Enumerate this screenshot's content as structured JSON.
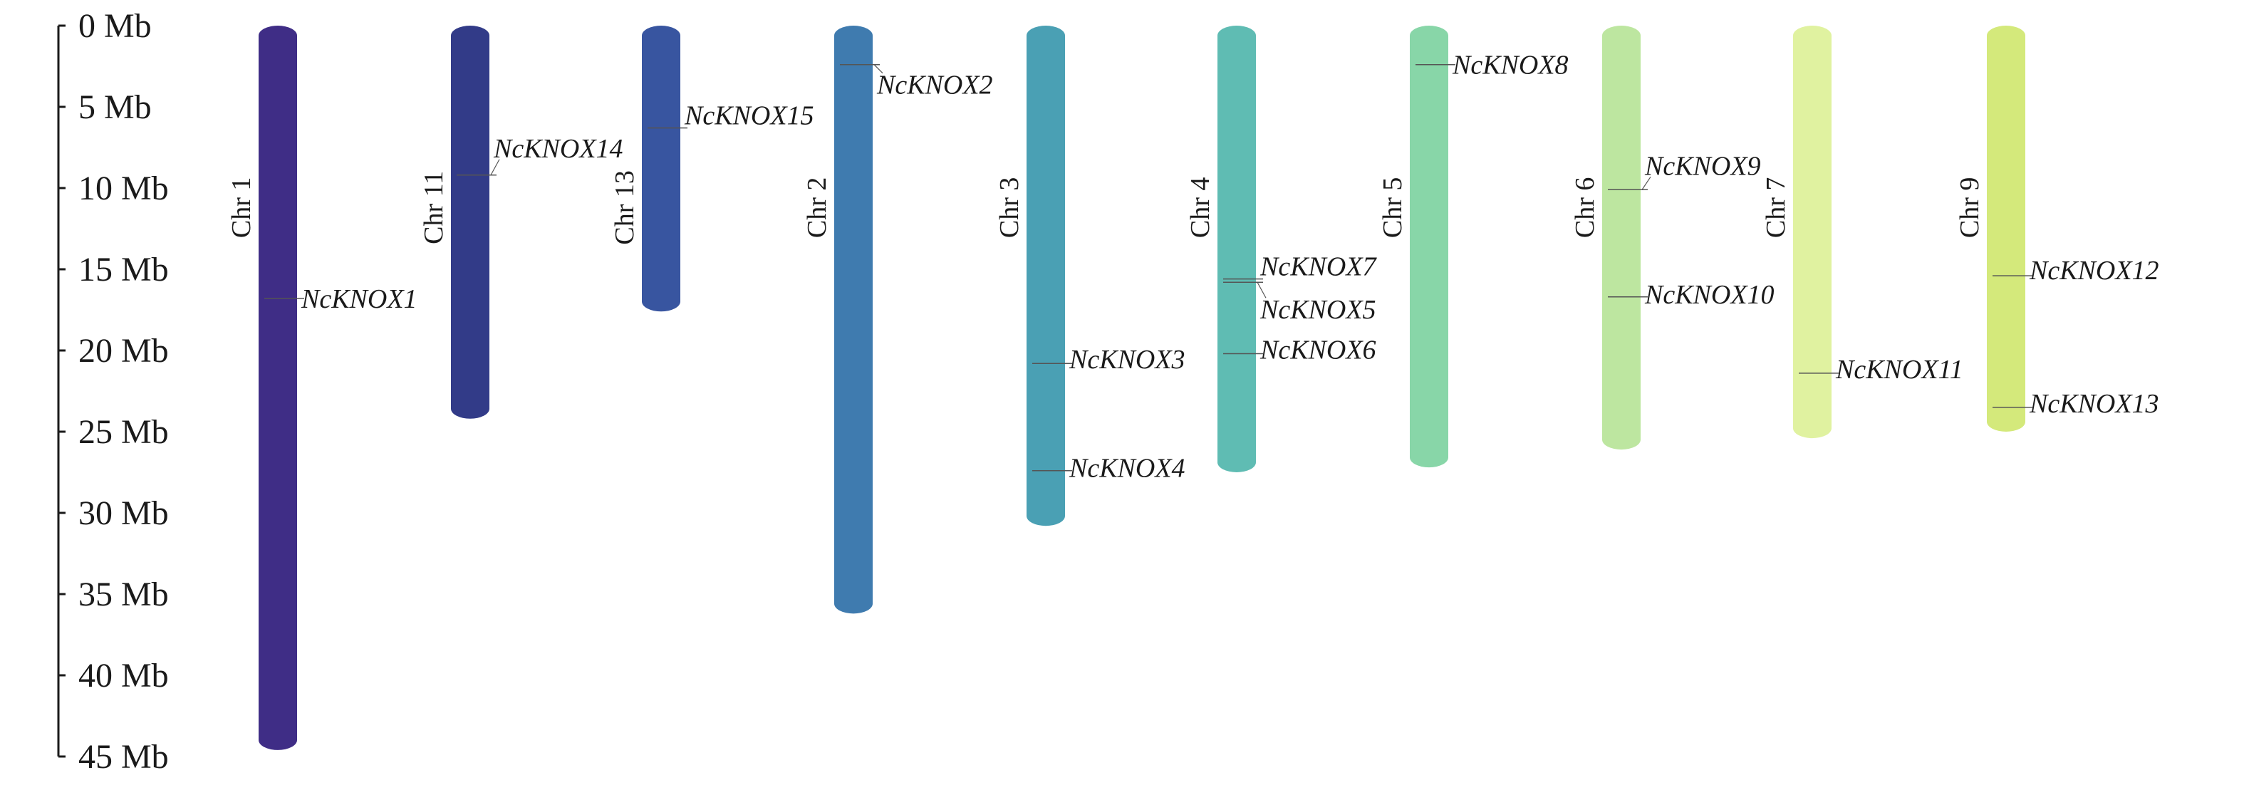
{
  "chart_data": {
    "type": "chromosome-map",
    "title": "",
    "axis": {
      "unit": "Mb",
      "ylim": [
        0,
        45
      ],
      "ticks": [
        0,
        5,
        10,
        15,
        20,
        25,
        30,
        35,
        40,
        45
      ],
      "tick_labels": [
        "0 Mb",
        "5 Mb",
        "10 Mb",
        "15 Mb",
        "20 Mb",
        "25 Mb",
        "30 Mb",
        "35 Mb",
        "40 Mb",
        "45 Mb"
      ]
    },
    "chromosomes": [
      {
        "name": "Chr 1",
        "length": 44.6,
        "color": "#3f2d86"
      },
      {
        "name": "Chr 11",
        "length": 24.2,
        "color": "#323b88"
      },
      {
        "name": "Chr 13",
        "length": 17.6,
        "color": "#3855a0"
      },
      {
        "name": "Chr 2",
        "length": 36.2,
        "color": "#3f7baf"
      },
      {
        "name": "Chr 3",
        "length": 30.8,
        "color": "#4aa0b4"
      },
      {
        "name": "Chr 4",
        "length": 27.5,
        "color": "#5fbcb3"
      },
      {
        "name": "Chr 5",
        "length": 27.2,
        "color": "#88d6a8"
      },
      {
        "name": "Chr 6",
        "length": 26.1,
        "color": "#bde6a0"
      },
      {
        "name": "Chr 7",
        "length": 25.4,
        "color": "#e0f2a0"
      },
      {
        "name": "Chr 9",
        "length": 25.0,
        "color": "#d4e97b"
      }
    ],
    "genes": [
      {
        "name": "NcKNOX1",
        "chr": "Chr 1",
        "position": 16.8
      },
      {
        "name": "NcKNOX14",
        "chr": "Chr 11",
        "position": 9.2
      },
      {
        "name": "NcKNOX15",
        "chr": "Chr 13",
        "position": 6.3
      },
      {
        "name": "NcKNOX2",
        "chr": "Chr 2",
        "position": 2.4
      },
      {
        "name": "NcKNOX3",
        "chr": "Chr 3",
        "position": 20.8
      },
      {
        "name": "NcKNOX4",
        "chr": "Chr 3",
        "position": 27.4
      },
      {
        "name": "NcKNOX7",
        "chr": "Chr 4",
        "position": 15.6
      },
      {
        "name": "NcKNOX5",
        "chr": "Chr 4",
        "position": 15.8
      },
      {
        "name": "NcKNOX6",
        "chr": "Chr 4",
        "position": 20.2
      },
      {
        "name": "NcKNOX8",
        "chr": "Chr 5",
        "position": 2.4
      },
      {
        "name": "NcKNOX9",
        "chr": "Chr 6",
        "position": 10.1
      },
      {
        "name": "NcKNOX10",
        "chr": "Chr 6",
        "position": 16.7
      },
      {
        "name": "NcKNOX11",
        "chr": "Chr 7",
        "position": 21.4
      },
      {
        "name": "NcKNOX12",
        "chr": "Chr 9",
        "position": 15.4
      },
      {
        "name": "NcKNOX13",
        "chr": "Chr 9",
        "position": 23.5
      }
    ],
    "marker_color": "#555555",
    "axis_color": "#1a1a1a"
  }
}
